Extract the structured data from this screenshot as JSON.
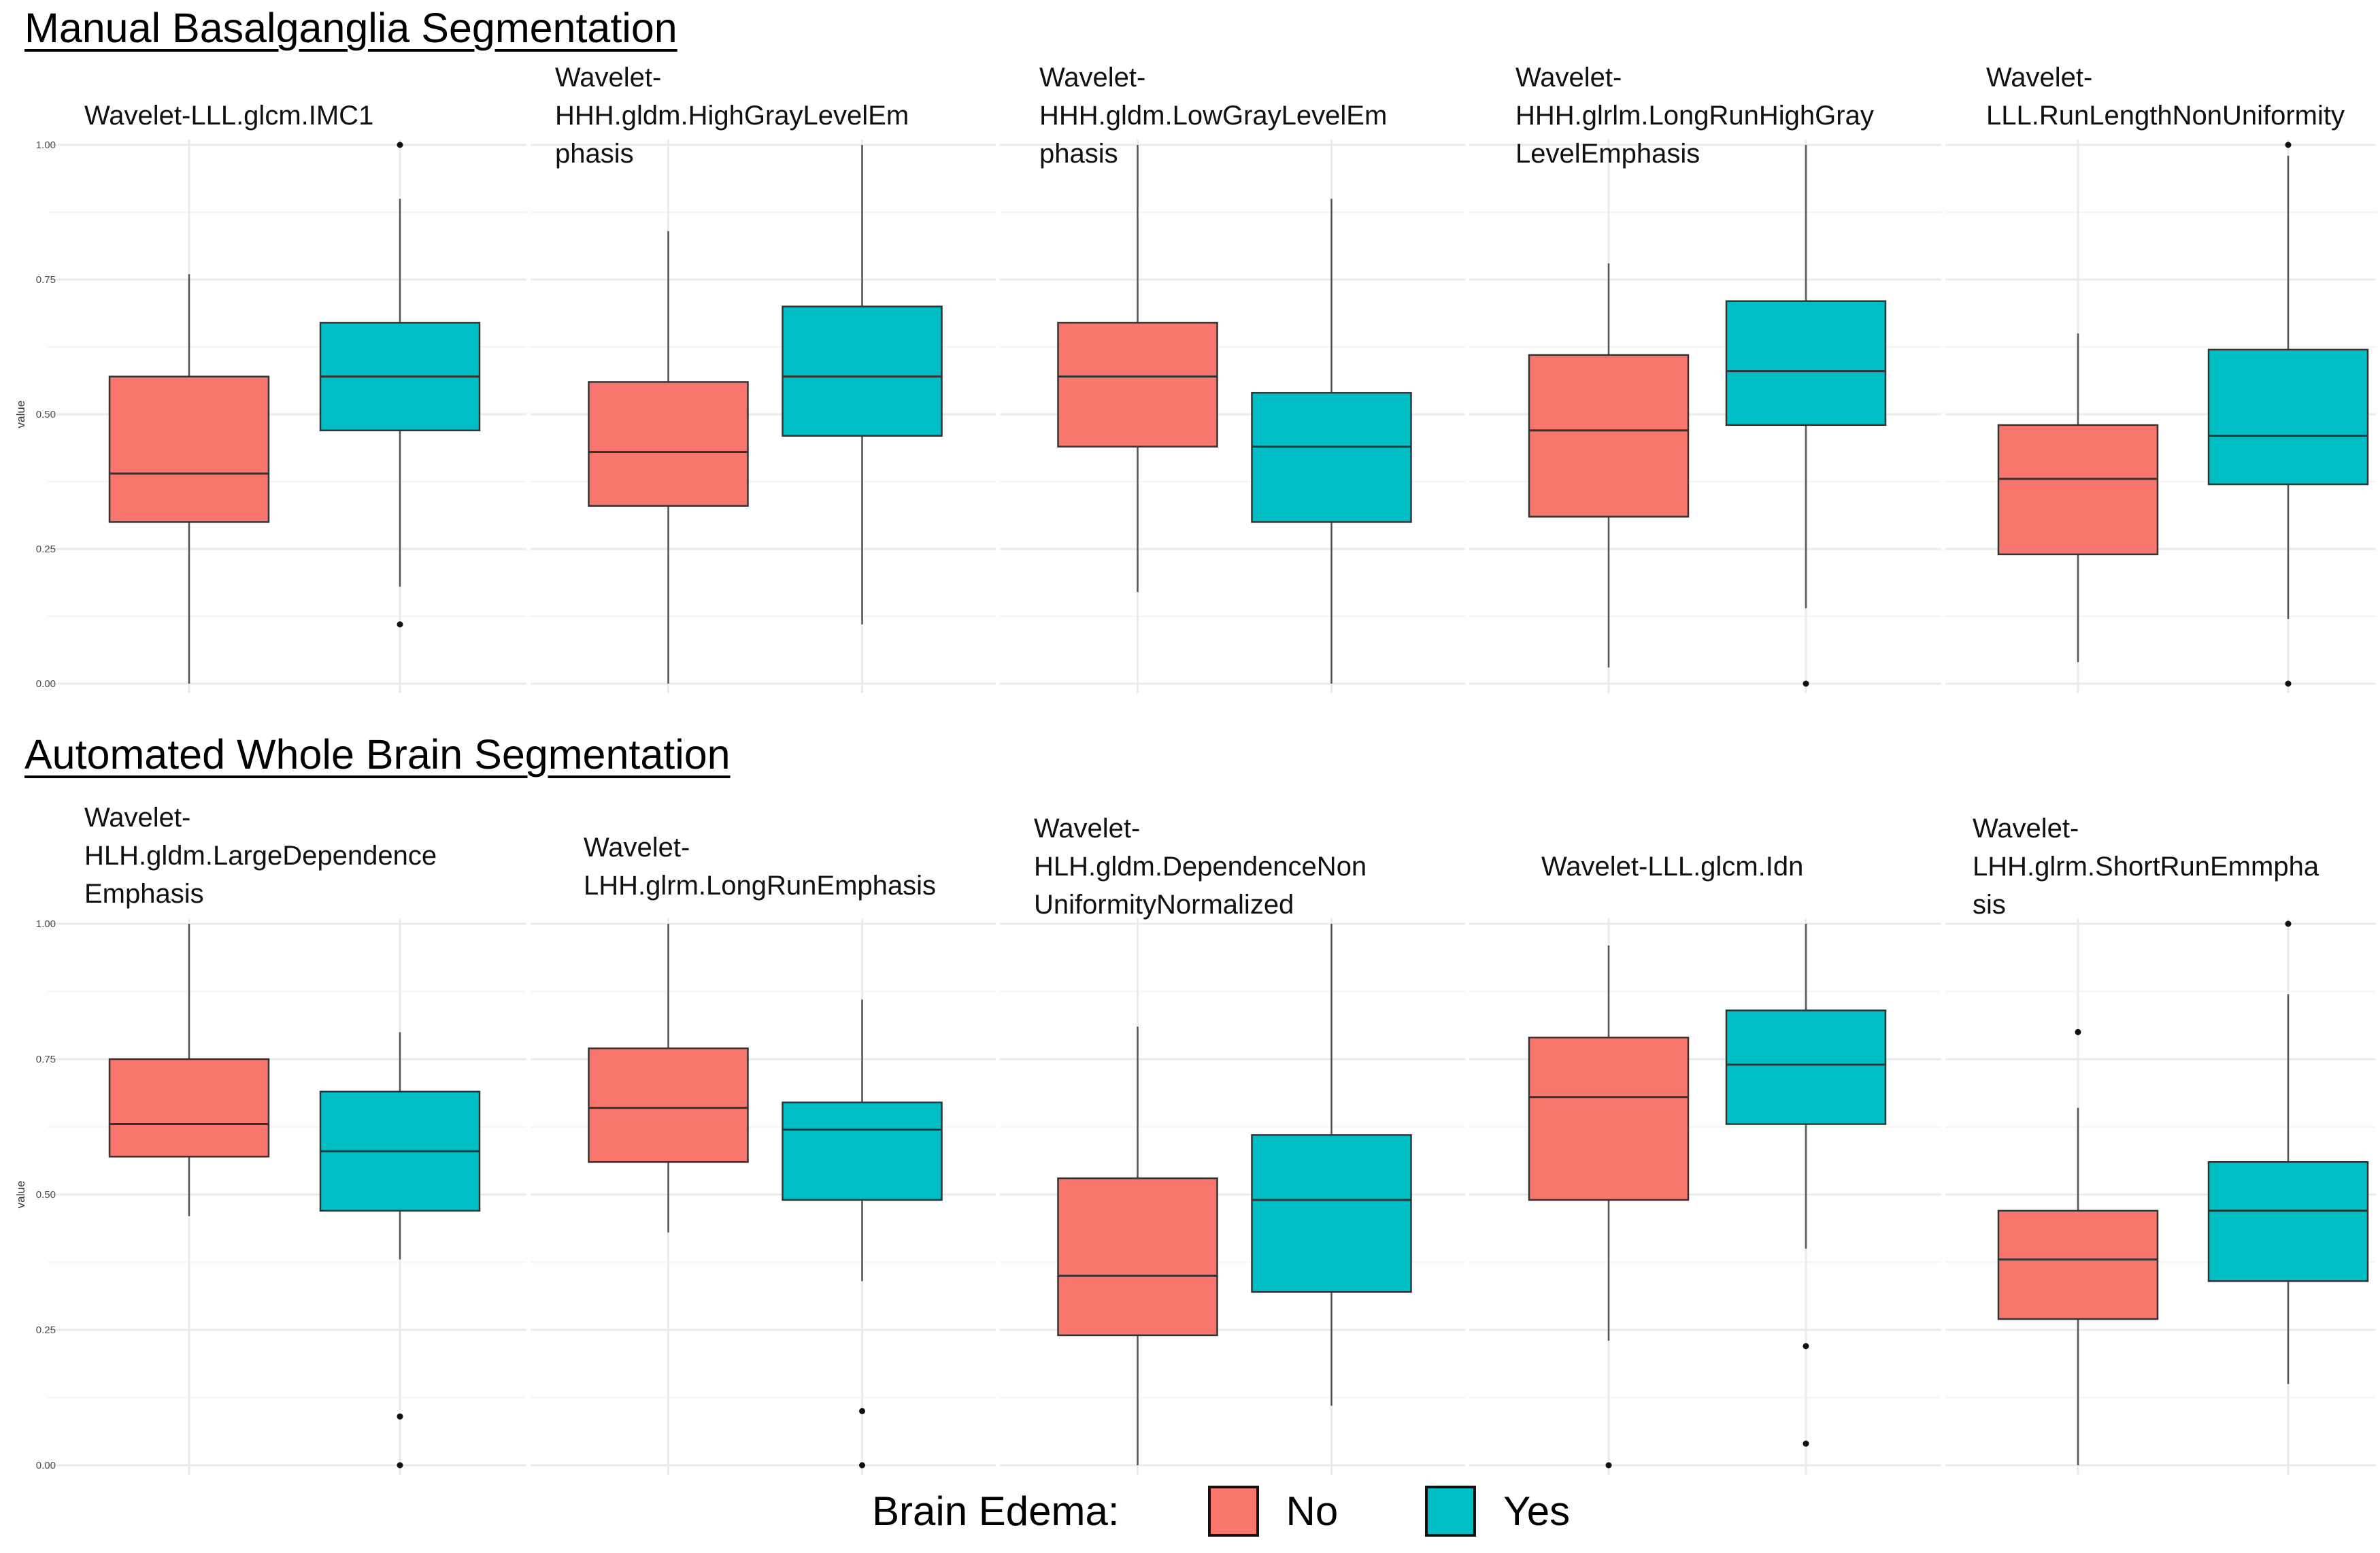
{
  "sections": [
    {
      "title": "Manual Basalganglia Segmentation"
    },
    {
      "title": "Automated Whole Brain Segmentation"
    }
  ],
  "colors": {
    "No": "#F8766D",
    "Yes": "#00BFC4"
  },
  "legend": {
    "title": "Brain Edema:",
    "items": [
      "No",
      "Yes"
    ]
  },
  "chart_data": [
    {
      "type": "box",
      "section": "Manual Basalganglia Segmentation",
      "ylabel": "value",
      "ylim": [
        0,
        1
      ],
      "yticks": [
        "0.00",
        "0.25",
        "0.50",
        "0.75",
        "1.00"
      ],
      "grid": true,
      "panels": [
        {
          "title": "Wavelet-LLL.glcm.IMC1",
          "boxes": [
            {
              "group": "No",
              "min": 0.0,
              "q1": 0.3,
              "median": 0.39,
              "q3": 0.57,
              "max": 0.76,
              "outliers": []
            },
            {
              "group": "Yes",
              "min": 0.18,
              "q1": 0.47,
              "median": 0.57,
              "q3": 0.67,
              "max": 0.9,
              "outliers": [
                1.0,
                0.11
              ]
            }
          ]
        },
        {
          "title": "Wavelet-\nHHH.gldm.HighGrayLevelEm\nphasis",
          "boxes": [
            {
              "group": "No",
              "min": 0.0,
              "q1": 0.33,
              "median": 0.43,
              "q3": 0.56,
              "max": 0.84,
              "outliers": []
            },
            {
              "group": "Yes",
              "min": 0.11,
              "q1": 0.46,
              "median": 0.57,
              "q3": 0.7,
              "max": 1.0,
              "outliers": []
            }
          ]
        },
        {
          "title": "Wavelet-\nHHH.gldm.LowGrayLevelEm\nphasis",
          "boxes": [
            {
              "group": "No",
              "min": 0.17,
              "q1": 0.44,
              "median": 0.57,
              "q3": 0.67,
              "max": 1.0,
              "outliers": []
            },
            {
              "group": "Yes",
              "min": 0.0,
              "q1": 0.3,
              "median": 0.44,
              "q3": 0.54,
              "max": 0.9,
              "outliers": []
            }
          ]
        },
        {
          "title": "Wavelet-\nHHH.glrlm.LongRunHighGray\nLevelEmphasis",
          "boxes": [
            {
              "group": "No",
              "min": 0.03,
              "q1": 0.31,
              "median": 0.47,
              "q3": 0.61,
              "max": 0.78,
              "outliers": []
            },
            {
              "group": "Yes",
              "min": 0.14,
              "q1": 0.48,
              "median": 0.58,
              "q3": 0.71,
              "max": 1.0,
              "outliers": [
                0.0
              ]
            }
          ]
        },
        {
          "title": "Wavelet-\nLLL.RunLengthNonUniformity",
          "boxes": [
            {
              "group": "No",
              "min": 0.04,
              "q1": 0.24,
              "median": 0.38,
              "q3": 0.48,
              "max": 0.65,
              "outliers": []
            },
            {
              "group": "Yes",
              "min": 0.12,
              "q1": 0.37,
              "median": 0.46,
              "q3": 0.62,
              "max": 0.98,
              "outliers": [
                1.0,
                0.0
              ]
            }
          ]
        }
      ]
    },
    {
      "type": "box",
      "section": "Automated Whole Brain Segmentation",
      "ylabel": "value",
      "ylim": [
        0,
        1
      ],
      "yticks": [
        "0.00",
        "0.25",
        "0.50",
        "0.75",
        "1.00"
      ],
      "grid": true,
      "panels": [
        {
          "title": "Wavelet-\nHLH.gldm.LargeDependence\nEmphasis",
          "boxes": [
            {
              "group": "No",
              "min": 0.46,
              "q1": 0.57,
              "median": 0.63,
              "q3": 0.75,
              "max": 1.0,
              "outliers": []
            },
            {
              "group": "Yes",
              "min": 0.38,
              "q1": 0.47,
              "median": 0.58,
              "q3": 0.69,
              "max": 0.8,
              "outliers": [
                0.09,
                0.0
              ]
            }
          ]
        },
        {
          "title": "Wavelet-\nLHH.glrm.LongRunEmphasis",
          "boxes": [
            {
              "group": "No",
              "min": 0.43,
              "q1": 0.56,
              "median": 0.66,
              "q3": 0.77,
              "max": 1.0,
              "outliers": []
            },
            {
              "group": "Yes",
              "min": 0.34,
              "q1": 0.49,
              "median": 0.62,
              "q3": 0.67,
              "max": 0.86,
              "outliers": [
                0.1,
                0.0
              ]
            }
          ]
        },
        {
          "title": "Wavelet-\nHLH.gldm.DependenceNon\nUniformityNormalized",
          "boxes": [
            {
              "group": "No",
              "min": 0.0,
              "q1": 0.24,
              "median": 0.35,
              "q3": 0.53,
              "max": 0.81,
              "outliers": []
            },
            {
              "group": "Yes",
              "min": 0.11,
              "q1": 0.32,
              "median": 0.49,
              "q3": 0.61,
              "max": 1.0,
              "outliers": []
            }
          ]
        },
        {
          "title": "Wavelet-LLL.glcm.Idn",
          "boxes": [
            {
              "group": "No",
              "min": 0.23,
              "q1": 0.49,
              "median": 0.68,
              "q3": 0.79,
              "max": 0.96,
              "outliers": [
                0.0
              ]
            },
            {
              "group": "Yes",
              "min": 0.4,
              "q1": 0.63,
              "median": 0.74,
              "q3": 0.84,
              "max": 1.0,
              "outliers": [
                0.22,
                0.04
              ]
            }
          ]
        },
        {
          "title": "Wavelet-\nLHH.glrm.ShortRunEmmpha\nsis",
          "boxes": [
            {
              "group": "No",
              "min": 0.0,
              "q1": 0.27,
              "median": 0.38,
              "q3": 0.47,
              "max": 0.66,
              "outliers": [
                0.8
              ]
            },
            {
              "group": "Yes",
              "min": 0.15,
              "q1": 0.34,
              "median": 0.47,
              "q3": 0.56,
              "max": 0.87,
              "outliers": [
                1.0
              ]
            }
          ]
        }
      ]
    }
  ]
}
